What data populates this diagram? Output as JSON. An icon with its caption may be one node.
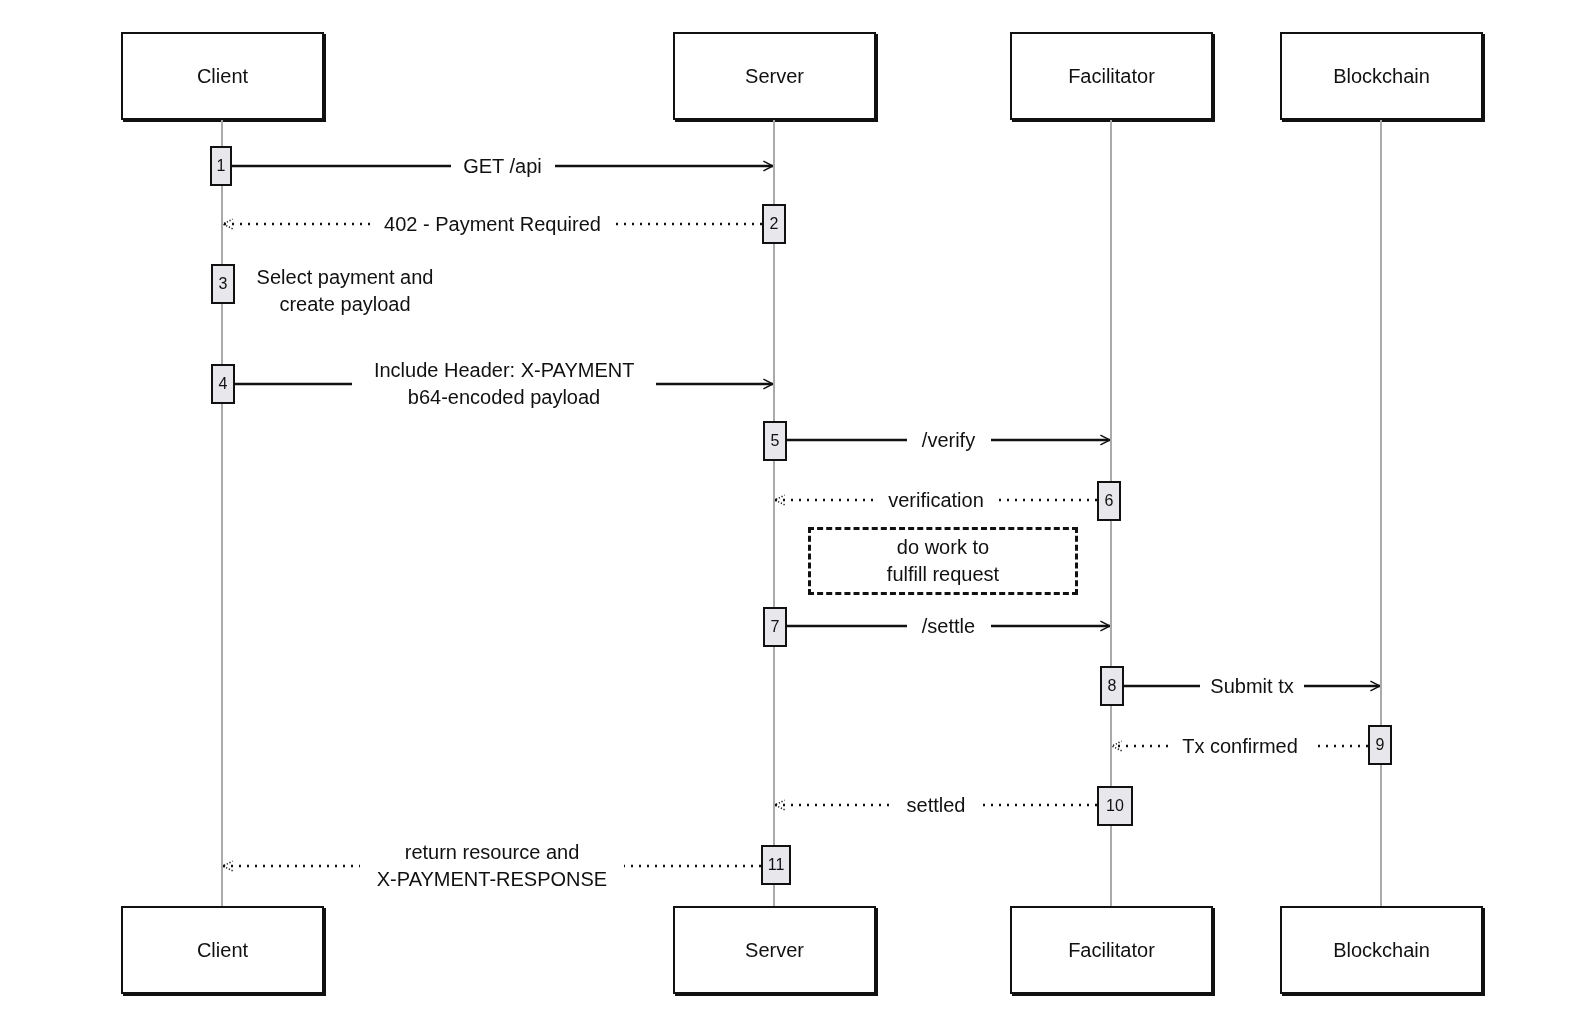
{
  "diagram": {
    "nodes": [
      {
        "text": [
          "Client"
        ]
      },
      {
        "text": [
          "Server"
        ]
      },
      {
        "text": [
          "Facilitator"
        ]
      },
      {
        "text": [
          "Blockchain"
        ]
      },
      {
        "text": [],
        "shape": "bar"
      },
      {
        "text": [],
        "shape": "bar"
      },
      {
        "text": [],
        "shape": "bar"
      },
      {
        "text": [],
        "shape": "bar"
      },
      {
        "text": [
          "1"
        ]
      },
      {
        "text": [
          "2"
        ]
      },
      {
        "text": [
          "3"
        ],
        "beside": [
          "Select payment and create payload"
        ]
      },
      {
        "text": [
          "4"
        ]
      },
      {
        "text": [
          "5"
        ]
      },
      {
        "text": [
          "6"
        ]
      },
      {
        "text": [
          "do work to fulfill request"
        ]
      },
      {
        "text": [
          "7"
        ]
      },
      {
        "text": [
          "8"
        ]
      },
      {
        "text": [
          "9"
        ]
      },
      {
        "text": [
          "10"
        ]
      },
      {
        "text": [
          "11"
        ]
      },
      {
        "text": [
          "Client"
        ]
      },
      {
        "text": [
          "Server"
        ]
      },
      {
        "text": [
          "Facilitator"
        ]
      },
      {
        "text": [
          "Blockchain"
        ]
      }
    ],
    "edges": [
      {
        "from": 8,
        "to": 5,
        "arrow": "to",
        "label": "GET /api"
      },
      {
        "from": 9,
        "to": 4,
        "arrow": "to",
        "label": "402 - Payment Required",
        "style": "dashed"
      },
      {
        "from": 11,
        "to": 5,
        "arrow": "to",
        "label": "Include Header: X-PAYMENT b64-encoded payload"
      },
      {
        "from": 12,
        "to": 6,
        "arrow": "to",
        "label": "/verify"
      },
      {
        "from": 13,
        "to": 5,
        "arrow": "to",
        "label": "verification",
        "style": "dashed"
      },
      {
        "from": 15,
        "to": 6,
        "arrow": "to",
        "label": "/settle"
      },
      {
        "from": 16,
        "to": 7,
        "arrow": "to",
        "label": "Submit tx"
      },
      {
        "from": 17,
        "to": 6,
        "arrow": "to",
        "label": "Tx confirmed",
        "style": "dashed"
      },
      {
        "from": 18,
        "to": 5,
        "arrow": "to",
        "label": "settled",
        "style": "dashed"
      },
      {
        "from": 19,
        "to": 4,
        "arrow": "to",
        "label": "return resource and X-PAYMENT-RESPONSE",
        "style": "dashed"
      }
    ]
  }
}
